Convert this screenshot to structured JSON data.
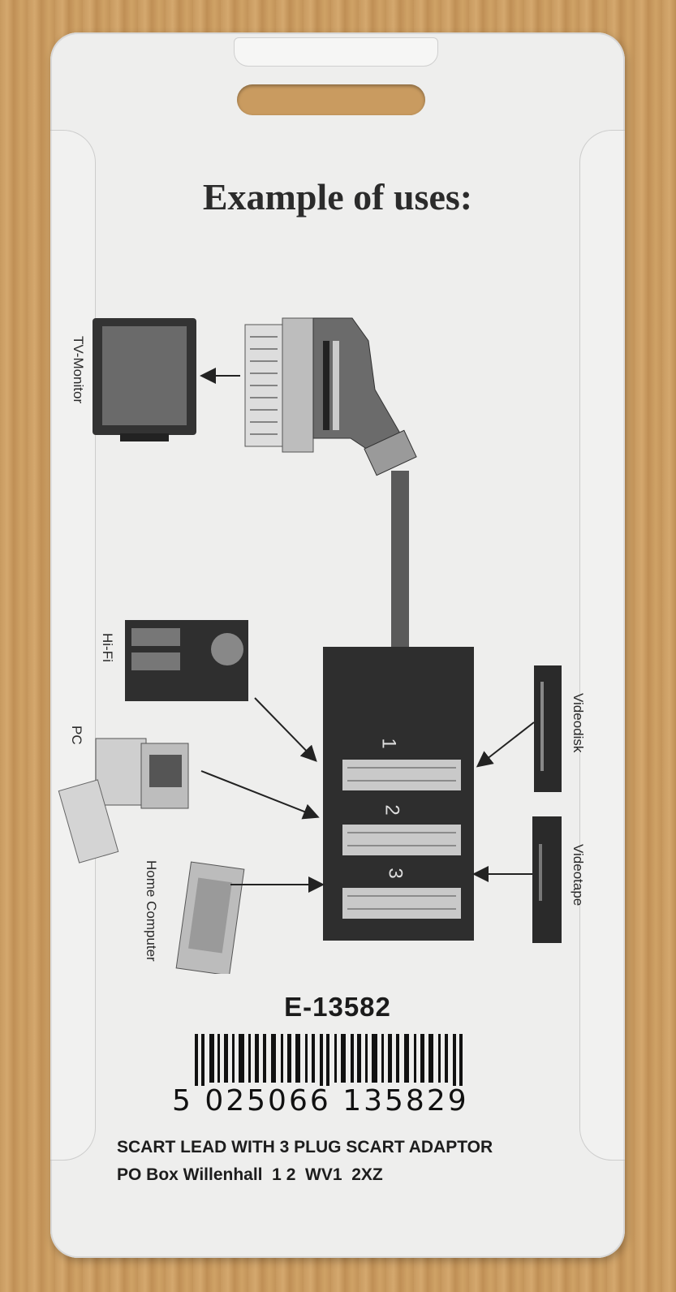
{
  "package": {
    "title": "Example of uses:",
    "labels": {
      "tv_monitor": "TV-Monitor",
      "hifi": "Hi-Fi",
      "pc": "PC",
      "home_computer": "Home Computer",
      "videodisk": "Videodisk",
      "videotape": "Videotape"
    },
    "port_numbers": [
      "1",
      "2",
      "3"
    ],
    "product_code": "E-13582",
    "barcode_number": "5 025066 135829",
    "product_name": "SCART LEAD WITH 3 PLUG SCART ADAPTOR",
    "address": "PO Box Willenhall  1 2  WV1  2XZ"
  },
  "colors": {
    "card": "#eeeeed",
    "ink": "#2b2b2b",
    "wood": "#c89a60"
  }
}
